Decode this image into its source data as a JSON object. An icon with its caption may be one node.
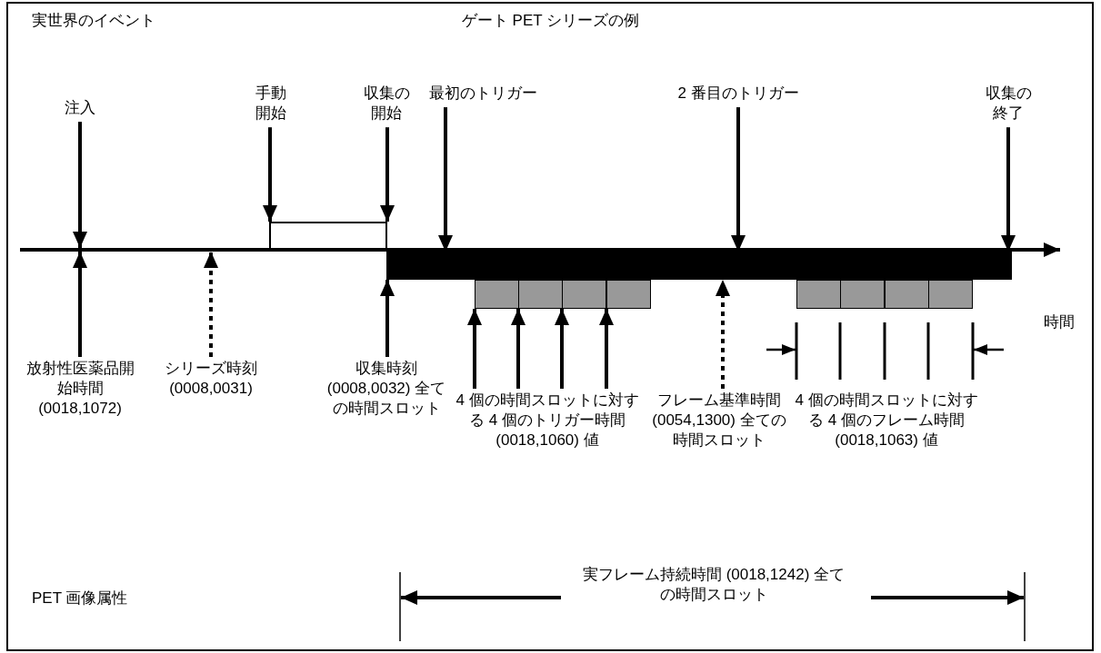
{
  "diagram": {
    "title": "ゲート PET シリーズの例",
    "nodes": [
      {
        "text": [
          "注入"
        ]
      },
      {
        "text": [
          "手動開始"
        ]
      },
      {
        "text": [
          "収集の開始"
        ]
      },
      {
        "text": [
          "最初のトリガー"
        ]
      },
      {
        "text": [
          "2 番目のトリガー"
        ]
      },
      {
        "text": [
          "収集の終了"
        ]
      },
      {
        "text": [],
        "shape": "box"
      },
      {
        "text": [],
        "shape": "bar"
      },
      {
        "text": [],
        "shape": "box"
      },
      {
        "text": [],
        "shape": "box"
      },
      {
        "text": [],
        "shape": "box"
      },
      {
        "text": [],
        "shape": "box"
      },
      {
        "text": [],
        "shape": "box"
      },
      {
        "text": [],
        "shape": "box"
      },
      {
        "text": [],
        "shape": "box"
      },
      {
        "text": [],
        "shape": "box"
      },
      {
        "text": [
          "放射性医薬品開始時間 (0018,1072)"
        ]
      },
      {
        "text": [
          "シリーズ時刻 (0008,0031)"
        ]
      },
      {
        "text": [
          "収集時刻 (0008,0032) 全ての時間スロット"
        ]
      },
      {
        "text": [
          "4 個の時間スロットに対する 4 個のトリガー時間 (0018,1060) 値"
        ]
      },
      {
        "text": [
          "フレーム基準時間 (0054,1300) 全ての時間スロット"
        ]
      }
    ],
    "edges": [
      {
        "from": 0,
        "to": null,
        "arrow": "to"
      },
      {
        "from": 1,
        "to": 6,
        "arrow": "to"
      },
      {
        "from": 2,
        "to": 6,
        "arrow": "to"
      },
      {
        "from": 3,
        "to": 7,
        "arrow": "to"
      },
      {
        "from": 4,
        "to": 7,
        "arrow": "to"
      },
      {
        "from": 5,
        "to": 7,
        "arrow": "to"
      },
      {
        "from": 16,
        "to": null,
        "arrow": "to"
      },
      {
        "from": 17,
        "to": null,
        "arrow": "to",
        "style": "dashed"
      },
      {
        "from": 18,
        "to": 7,
        "arrow": "to"
      },
      {
        "from": 19,
        "to": 8,
        "arrow": "to"
      },
      {
        "from": 19,
        "to": 9,
        "arrow": "to"
      },
      {
        "from": 19,
        "to": 10,
        "arrow": "to"
      },
      {
        "from": 19,
        "to": 11,
        "arrow": "to"
      },
      {
        "from": 20,
        "to": 7,
        "arrow": "to",
        "style": "dashed"
      }
    ],
    "labels": [
      "実世界のイベント",
      "時間",
      "4 個の時間スロットに対する 4 個のフレーム時間 (0018,1063) 値",
      "PET 画像属性",
      "実フレーム持続時間 (0018,1242) 全ての時間スロット"
    ]
  }
}
